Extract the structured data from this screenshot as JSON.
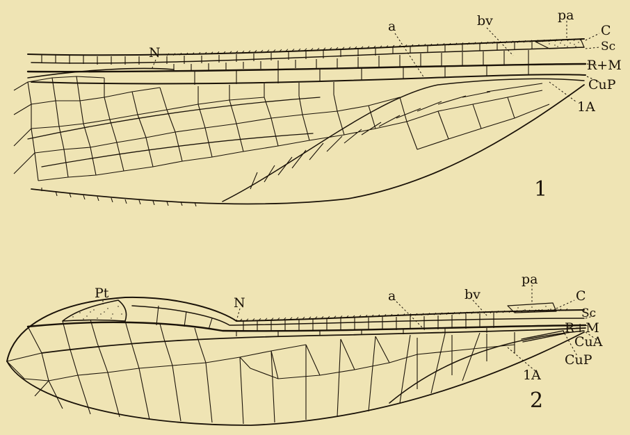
{
  "background_color": "#efe4b4",
  "ink_color": "#1a1208",
  "figure1": {
    "number": "1",
    "labels": {
      "nodus": "N",
      "a": "a",
      "bv": "bv",
      "pa": "pa",
      "costa": "C",
      "subcosta": "Sc",
      "radius_media": "R+M",
      "cubitus_posterior": "CuP",
      "anal": "1A"
    }
  },
  "figure2": {
    "number": "2",
    "labels": {
      "pterostigma": "Pt",
      "nodus": "N",
      "a": "a",
      "bv": "bv",
      "pa": "pa",
      "costa": "C",
      "subcosta": "Sc",
      "radius_media": "R+M",
      "cubitus_anterior": "CuA",
      "cubitus_posterior": "CuP",
      "anal": "1A"
    }
  }
}
